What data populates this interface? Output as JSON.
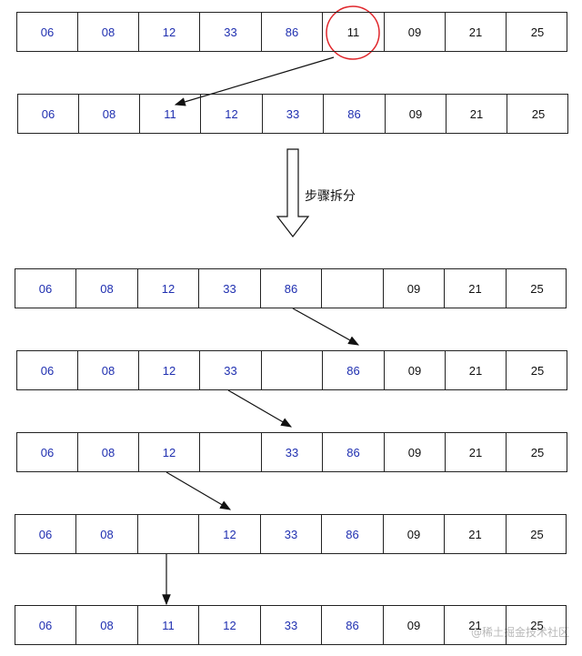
{
  "colors": {
    "sorted_text": "#1f2fb0",
    "unsorted_text": "#111111",
    "highlight_circle": "#e0262b"
  },
  "rows": [
    [
      "06",
      "08",
      "12",
      "33",
      "86",
      "11",
      "09",
      "21",
      "25"
    ],
    [
      "06",
      "08",
      "11",
      "12",
      "33",
      "86",
      "09",
      "21",
      "25"
    ],
    [
      "06",
      "08",
      "12",
      "33",
      "86",
      "",
      "09",
      "21",
      "25"
    ],
    [
      "06",
      "08",
      "12",
      "33",
      "",
      "86",
      "09",
      "21",
      "25"
    ],
    [
      "06",
      "08",
      "12",
      "",
      "33",
      "86",
      "09",
      "21",
      "25"
    ],
    [
      "06",
      "08",
      "",
      "12",
      "33",
      "86",
      "09",
      "21",
      "25"
    ],
    [
      "06",
      "08",
      "11",
      "12",
      "33",
      "86",
      "09",
      "21",
      "25"
    ]
  ],
  "sorted_counts": [
    5,
    6,
    5,
    6,
    6,
    6,
    6
  ],
  "highlight": {
    "row": 0,
    "cell": 5,
    "icon": "circle-highlight"
  },
  "step_label": "步骤拆分",
  "watermark": "@稀土掘金技术社区"
}
